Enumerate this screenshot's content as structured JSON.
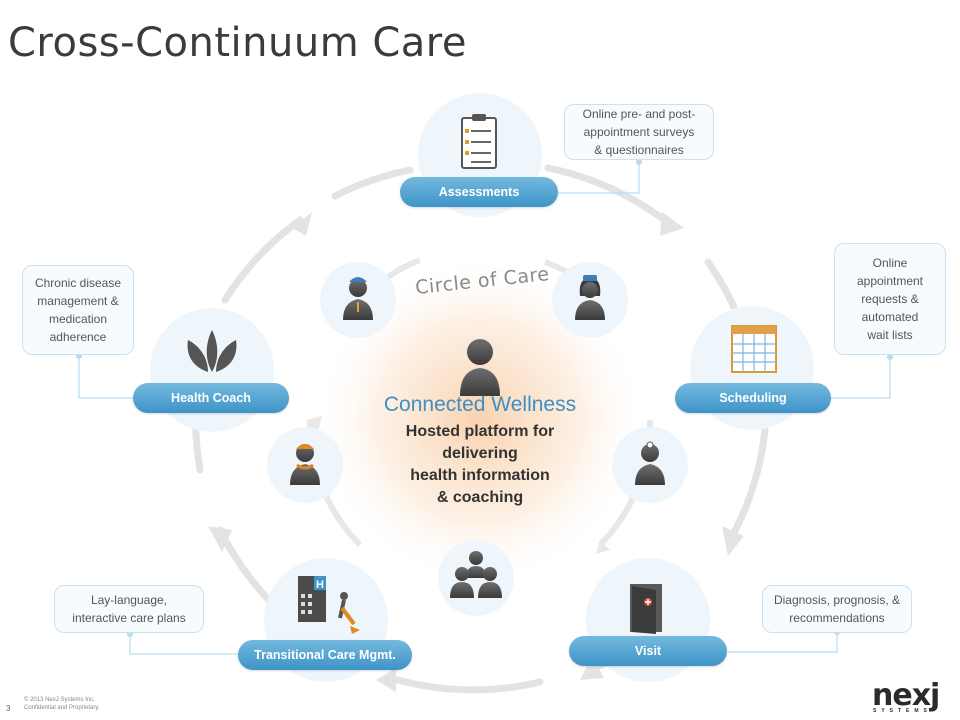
{
  "slide": {
    "title": "Cross-Continuum Care",
    "page_number": "3",
    "copyright": [
      "© 2013 NexJ Systems Inc.",
      "Confidential and Proprietary."
    ],
    "logo": {
      "text": "nexj",
      "subtext": "SYSTEMS"
    }
  },
  "center": {
    "circle_label": "Circle of Care",
    "title": "Connected Wellness",
    "description": [
      "Hosted platform for",
      "delivering",
      "health  information",
      "& coaching"
    ]
  },
  "stages": [
    {
      "label": "Assessments",
      "icon": "clipboard-icon"
    },
    {
      "label": "Scheduling",
      "icon": "calendar-icon"
    },
    {
      "label": "Visit",
      "icon": "door-icon"
    },
    {
      "label": "Transitional Care Mgmt.",
      "icon": "hospital-transfer-icon"
    },
    {
      "label": "Health Coach",
      "icon": "lotus-icon"
    }
  ],
  "notes": [
    [
      "Online  pre- and post-",
      "appointment surveys",
      "& questionnaires"
    ],
    [
      "Online",
      "appointment",
      "requests &",
      "automated",
      "wait lists"
    ],
    [
      "Diagnosis, prognosis, &",
      "recommendations"
    ],
    [
      "Lay-language,",
      "interactive care plans"
    ],
    [
      "Chronic disease",
      "management &",
      "medication",
      "adherence"
    ]
  ],
  "people": [
    {
      "icon": "worker-person-icon"
    },
    {
      "icon": "nurse-person-icon"
    },
    {
      "icon": "doctor-person-icon"
    },
    {
      "icon": "family-group-icon"
    },
    {
      "icon": "coach-person-icon"
    },
    {
      "icon": "patient-person-icon"
    }
  ],
  "colors": {
    "accent": "#3d94c7",
    "accent_light": "#74b9de",
    "circle_bg": "#eef6fc",
    "arrow": "#e3e3e3"
  }
}
